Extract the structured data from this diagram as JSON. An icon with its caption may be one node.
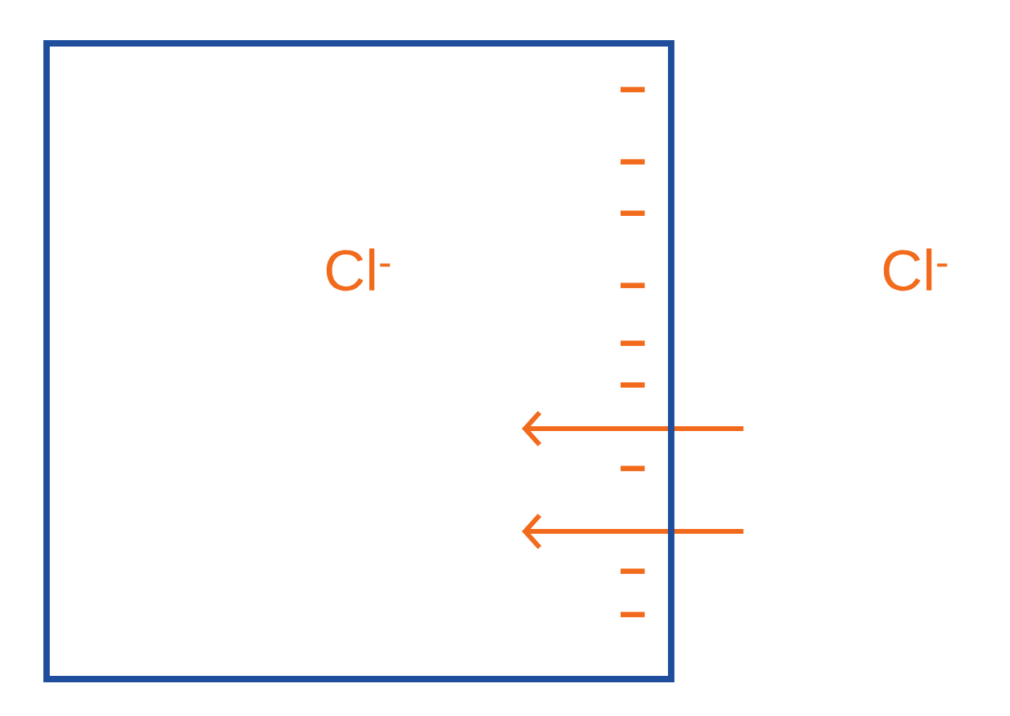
{
  "diagram": {
    "nodes": [
      {
        "text": [],
        "shape": "box"
      },
      {
        "text": [
          "Cl$^{-}$"
        ],
        "in": 0
      },
      {
        "text": [
          "Cl$^{-}$"
        ]
      }
    ],
    "labels": [
      "−",
      "−",
      "−",
      "−",
      "−",
      "−",
      "−",
      "−",
      "−"
    ]
  }
}
